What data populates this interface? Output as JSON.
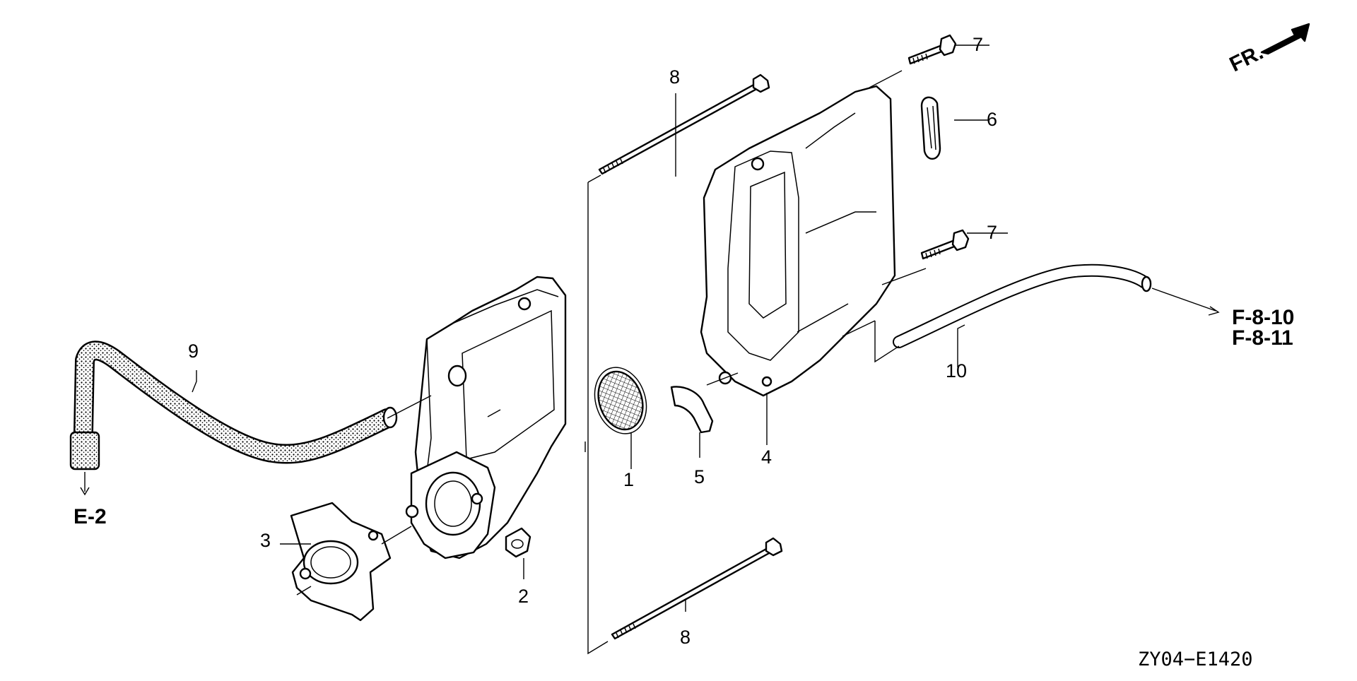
{
  "diagram": {
    "figure_code": "ZY04−E1420",
    "direction_label": "FR.",
    "callouts": {
      "p1": "1",
      "p2": "2",
      "p3": "3",
      "p4": "4",
      "p5": "5",
      "p6": "6",
      "p7_top": "7",
      "p7_mid": "7",
      "p8_top": "8",
      "p8_bottom": "8",
      "p9": "9",
      "p10": "10"
    },
    "references": {
      "e2": "E-2",
      "f810": "F-8-10",
      "f811": "F-8-11"
    }
  }
}
